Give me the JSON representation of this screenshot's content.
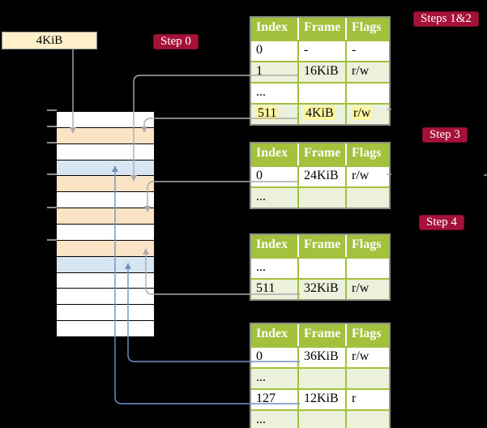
{
  "frame_label": "4KiB",
  "badges": {
    "step0": "Step 0",
    "steps12": "Steps 1&2",
    "step3": "Step 3",
    "step4": "Step 4"
  },
  "memory_column": {
    "description": "physical-memory-frames",
    "rows": [
      "white",
      "peach",
      "white",
      "blue",
      "peach",
      "white",
      "peach",
      "white",
      "peach",
      "blue",
      "white",
      "white",
      "white",
      "white"
    ]
  },
  "page_tables": [
    {
      "name": "page-table-steps-1-2",
      "headers": [
        "Index",
        "Frame",
        "Flags"
      ],
      "rows": [
        {
          "cells": [
            "0",
            "-",
            "-"
          ],
          "highlight": false
        },
        {
          "cells": [
            "1",
            "16KiB",
            "r/w"
          ],
          "highlight": false
        },
        {
          "cells": [
            "...",
            "",
            ""
          ],
          "highlight": false
        },
        {
          "cells": [
            "511",
            "4KiB",
            "r/w"
          ],
          "highlight": true
        }
      ]
    },
    {
      "name": "page-table-step-3",
      "headers": [
        "Index",
        "Frame",
        "Flags"
      ],
      "rows": [
        {
          "cells": [
            "0",
            "24KiB",
            "r/w"
          ],
          "highlight": false
        },
        {
          "cells": [
            "...",
            "",
            ""
          ],
          "highlight": false
        }
      ]
    },
    {
      "name": "page-table-step-4",
      "headers": [
        "Index",
        "Frame",
        "Flags"
      ],
      "rows": [
        {
          "cells": [
            "...",
            "",
            ""
          ],
          "highlight": false
        },
        {
          "cells": [
            "511",
            "32KiB",
            "r/w"
          ],
          "highlight": false
        }
      ]
    },
    {
      "name": "page-table-bottom",
      "headers": [
        "Index",
        "Frame",
        "Flags"
      ],
      "rows": [
        {
          "cells": [
            "0",
            "36KiB",
            "r/w"
          ],
          "highlight": false
        },
        {
          "cells": [
            "...",
            "",
            ""
          ],
          "highlight": false
        },
        {
          "cells": [
            "127",
            "12KiB",
            "r"
          ],
          "highlight": false
        },
        {
          "cells": [
            "...",
            "",
            ""
          ],
          "highlight": false
        }
      ]
    }
  ],
  "colors": {
    "badge_red": "#A6113A",
    "table_header_green": "#A3C13C",
    "table_row_green": "#EBF1DB",
    "highlight_yellow": "#FDF5A0",
    "frame_peach": "#FBE3C5",
    "frame_blue": "#D8E5F3",
    "pointer_gray": "#ABABAB",
    "pointer_blue": "#7191C4",
    "label_cream": "#FCEFC9"
  }
}
